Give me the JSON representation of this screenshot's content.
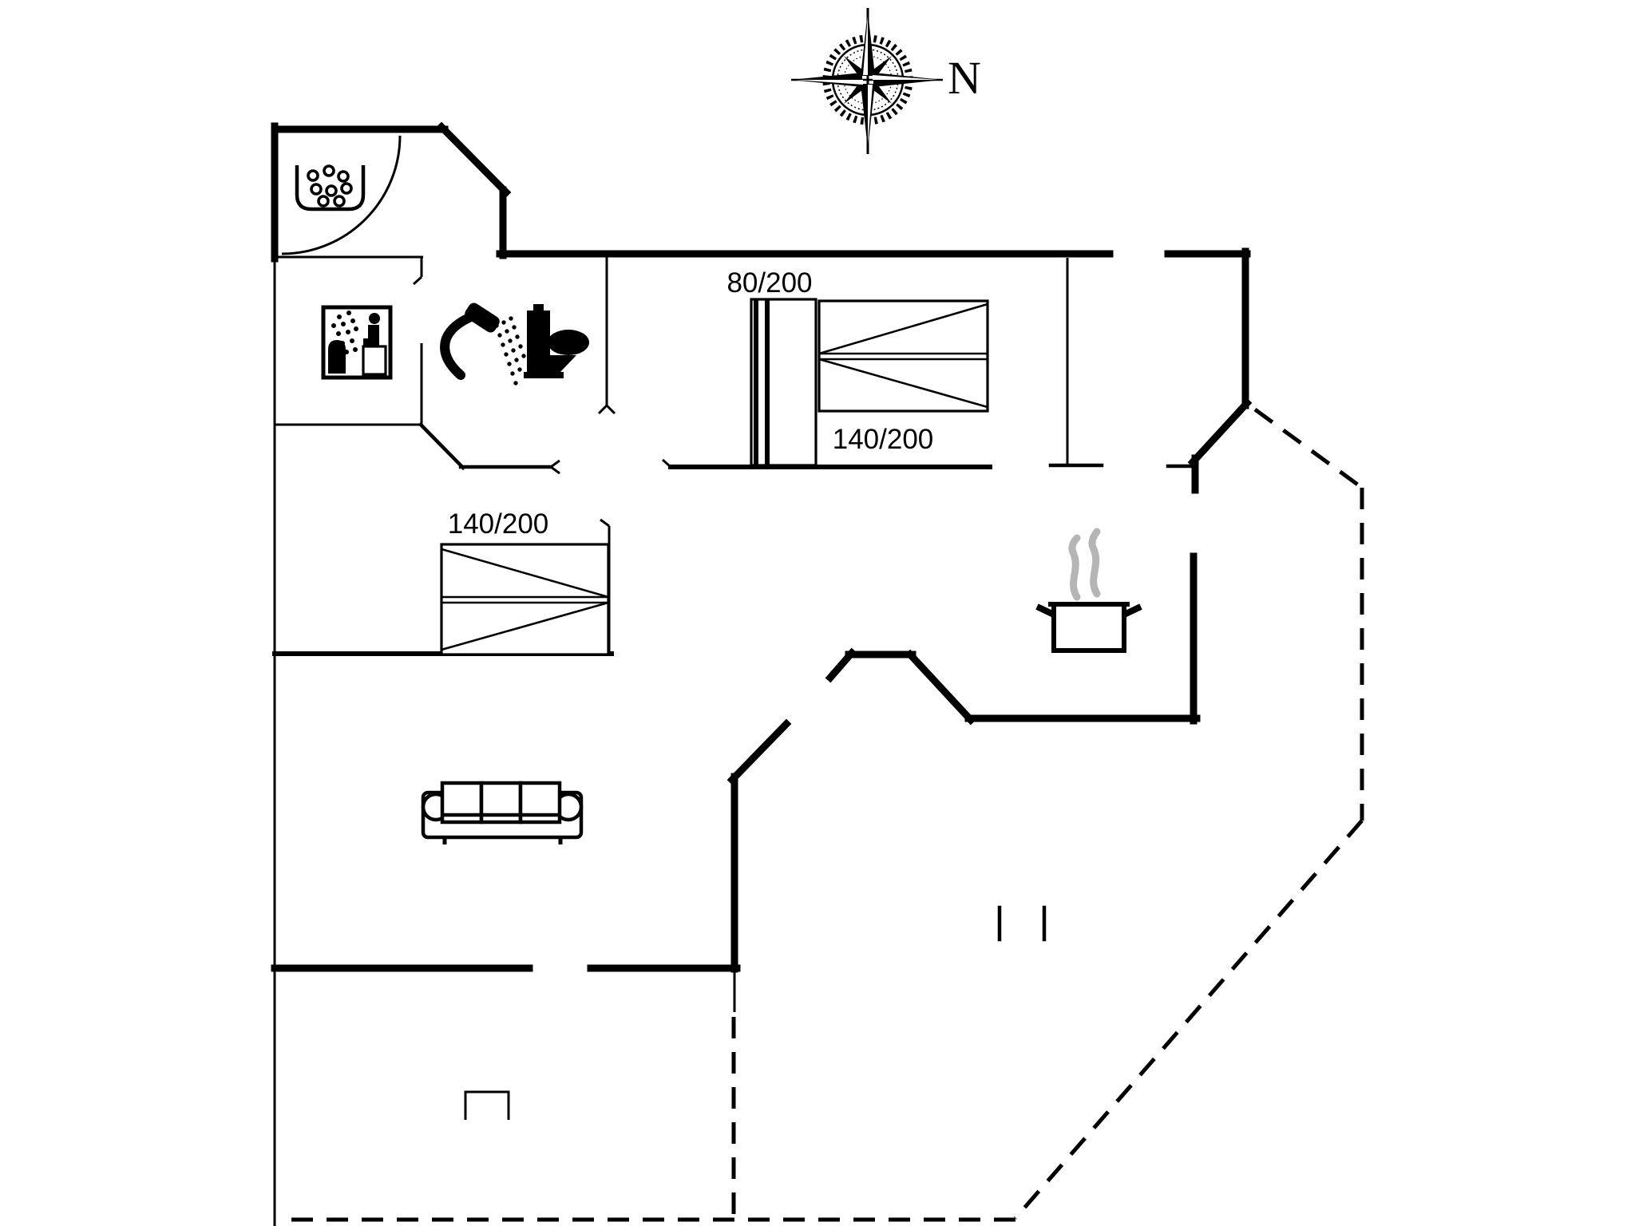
{
  "floorplan": {
    "compass": {
      "north_label": "N"
    },
    "labels": {
      "bed_small": "80/200",
      "bed_double_right": "140/200",
      "bed_double_left": "140/200"
    },
    "colors": {
      "wall": "#000000",
      "background": "#ffffff",
      "steam_gray": "#b5b5b5"
    },
    "icons": {
      "compass": "compass-rose-icon",
      "entry_room": "whirlpool-icon",
      "sauna_room": "sauna-icon",
      "bathroom": [
        "shower-icon",
        "toilet-icon"
      ],
      "kitchen": "cooking-pot-icon",
      "living_room": "sofa-icon"
    }
  }
}
